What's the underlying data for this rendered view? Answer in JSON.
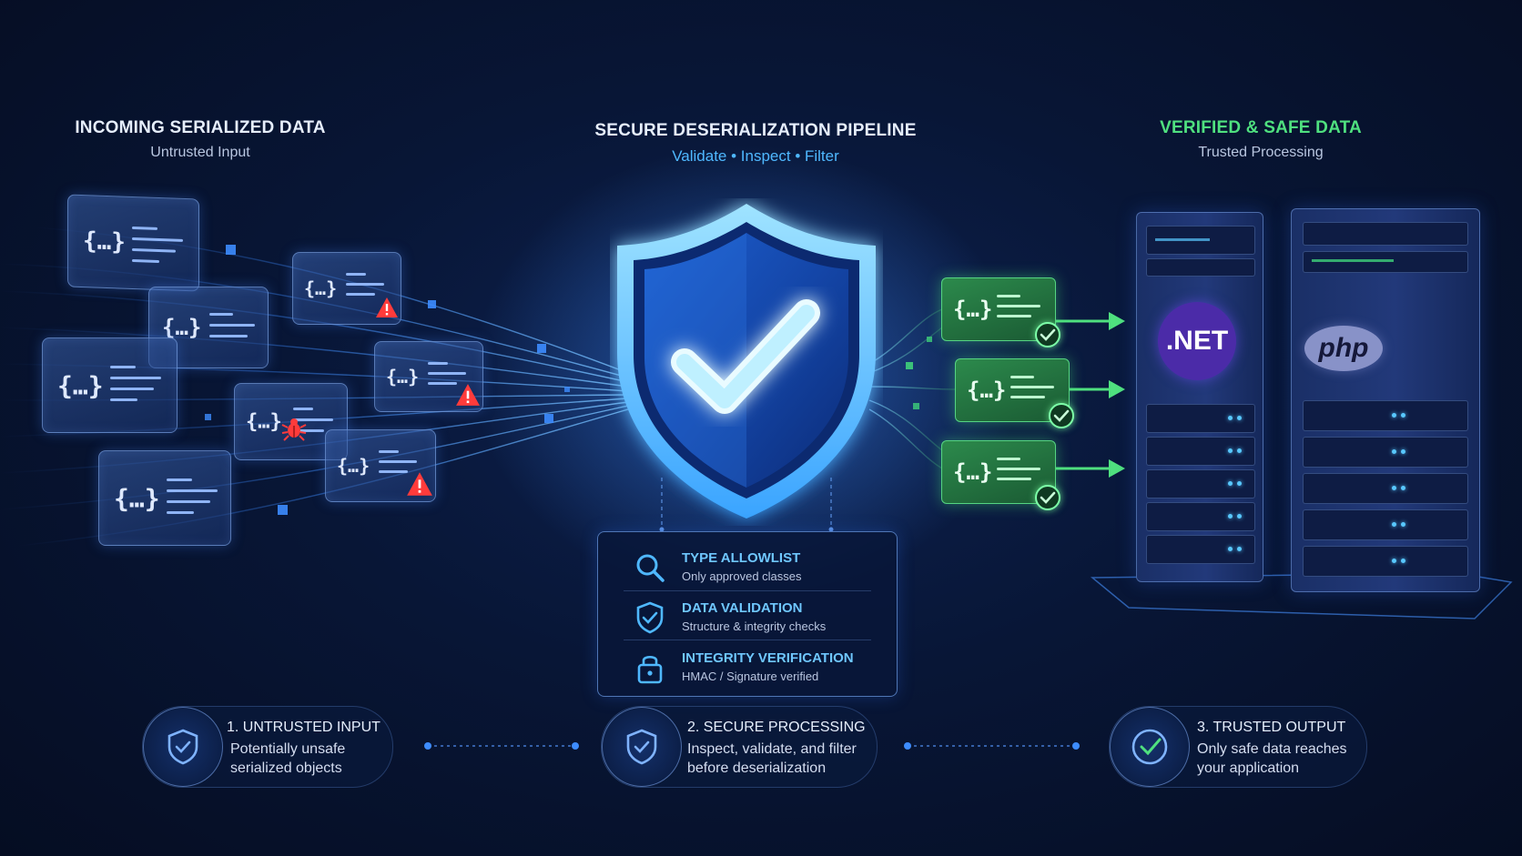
{
  "columns": {
    "left": {
      "title": "INCOMING SERIALIZED DATA",
      "subtitle": "Untrusted Input"
    },
    "center": {
      "title": "SECURE DESERIALIZATION PIPELINE",
      "subtitle": "Validate • Inspect • Filter"
    },
    "right": {
      "title": "VERIFIED & SAFE DATA",
      "subtitle": "Trusted Processing"
    }
  },
  "card_glyph": "{…}",
  "pipeline_checks": [
    {
      "icon": "magnifier-icon",
      "title": "TYPE ALLOWLIST",
      "desc": "Only approved classes"
    },
    {
      "icon": "shield-icon",
      "title": "DATA VALIDATION",
      "desc": "Structure & integrity checks"
    },
    {
      "icon": "lock-icon",
      "title": "INTEGRITY VERIFICATION",
      "desc": "HMAC / Signature verified"
    }
  ],
  "servers": {
    "left_logo": ".NET",
    "right_logo": "php"
  },
  "steps": [
    {
      "title": "1. UNTRUSTED INPUT",
      "line1": "Potentially unsafe",
      "line2": "serialized objects"
    },
    {
      "title": "2. SECURE PROCESSING",
      "line1": "Inspect, validate, and filter",
      "line2": "before deserialization"
    },
    {
      "title": "3. TRUSTED OUTPUT",
      "line1": "Only safe data reaches",
      "line2": "your application"
    }
  ],
  "colors": {
    "accent_blue": "#4fb8ff",
    "safe_green": "#4fe07f",
    "danger_red": "#ff3b3b",
    "dotnet_purple": "#4b2ba8",
    "php_blue": "#8892c8"
  }
}
